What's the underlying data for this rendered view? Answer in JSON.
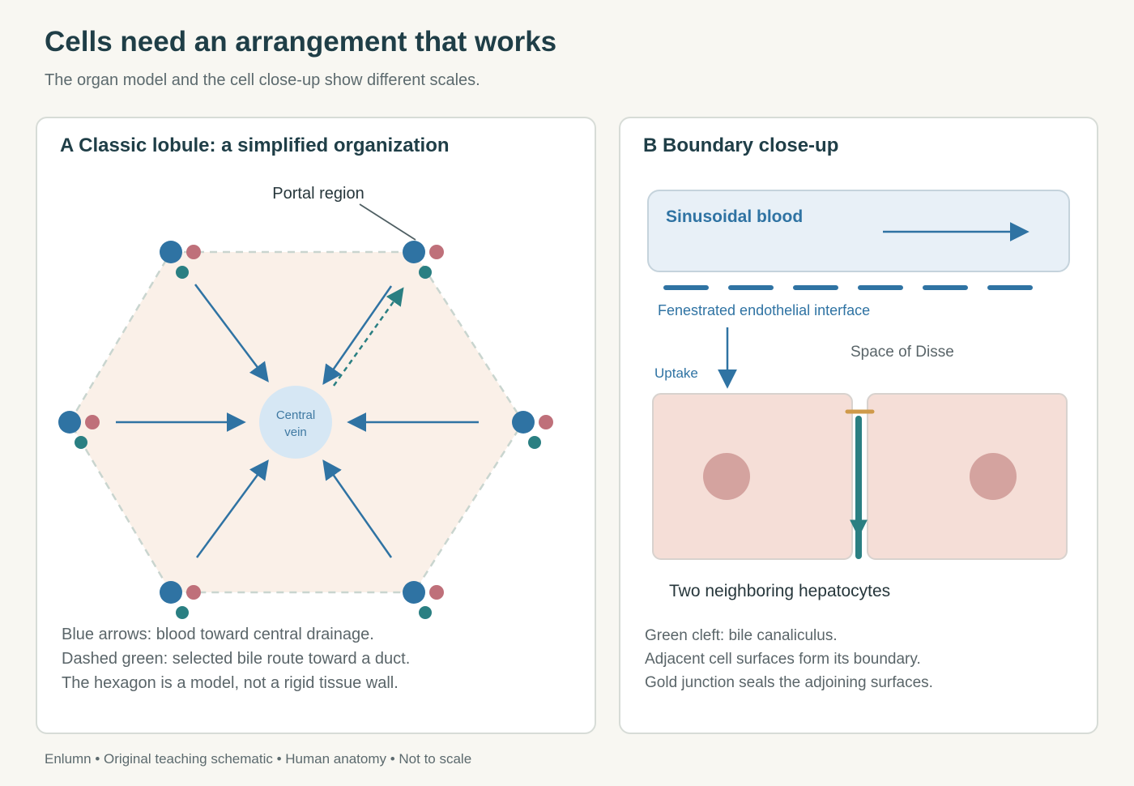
{
  "header": {
    "title": "Cells need an arrangement that works",
    "subtitle": "The organ model and the cell close-up show different scales."
  },
  "panel_a": {
    "title": "A Classic lobule: a simplified organization",
    "portal_label": "Portal region",
    "central_vein_line1": "Central",
    "central_vein_line2": "vein",
    "notes": [
      "Blue arrows: blood toward central drainage.",
      "Dashed green: selected bile route toward a duct.",
      "The hexagon is a model, not a rigid tissue wall."
    ]
  },
  "panel_b": {
    "title": "B Boundary close-up",
    "blood_label": "Sinusoidal blood",
    "interface_label": "Fenestrated endothelial interface",
    "uptake_label": "Uptake",
    "disse_label": "Space of Disse",
    "hepatocytes_label": "Two neighboring hepatocytes",
    "notes": [
      "Green cleft: bile canaliculus.",
      "Adjacent cell surfaces form its boundary.",
      "Gold junction seals the adjoining surfaces."
    ]
  },
  "footer": "Enlumn • Original teaching schematic • Human anatomy • Not to scale",
  "colors": {
    "blood_blue": "#2f73a3",
    "bile_green": "#2a7f82",
    "artery_pink": "#bf707a",
    "lobule_fill": "#faf0e8",
    "central_vein_fill": "#d6e7f4",
    "hepatocyte_fill": "#f5ded7",
    "nucleus_fill": "#d4a39f",
    "junction_gold": "#cf9a4a",
    "title_dark": "#1f3e47"
  }
}
